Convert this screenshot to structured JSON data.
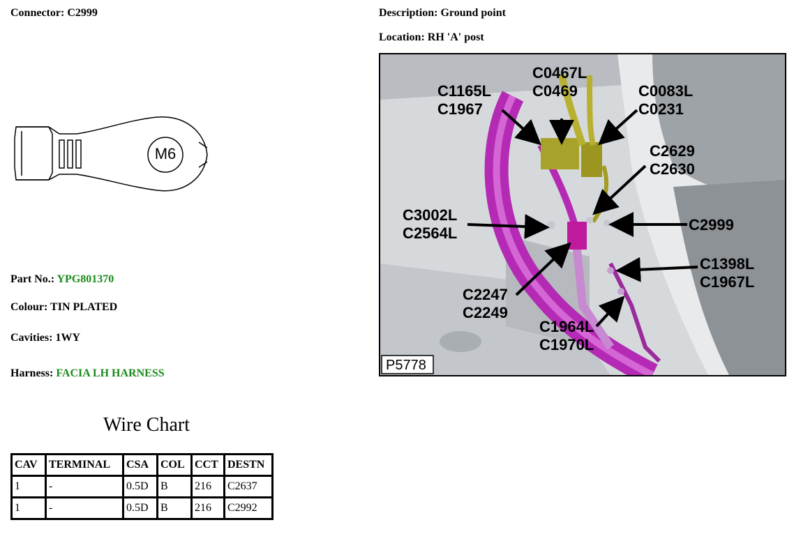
{
  "connector": {
    "label": "Connector:",
    "value": "C2999"
  },
  "description": {
    "label": "Description:",
    "value": "Ground point"
  },
  "location": {
    "label": "Location:",
    "value": "RH 'A' post"
  },
  "terminal_drawing": {
    "text": "M6",
    "icon": "ring-terminal-icon"
  },
  "part_no": {
    "label": "Part No.:",
    "value": "YPG801370",
    "color": "#1a8a1a"
  },
  "colour": {
    "label": "Colour:",
    "value": "TIN PLATED"
  },
  "cavities": {
    "label": "Cavities:",
    "value": "1WY"
  },
  "harness": {
    "label": "Harness:",
    "value": "FACIA LH HARNESS",
    "color": "#1a8a1a"
  },
  "wire_chart": {
    "title": "Wire Chart",
    "headers": [
      "CAV",
      "TERMINAL",
      "CSA",
      "COL",
      "CCT",
      "DESTN"
    ],
    "rows": [
      [
        "1",
        "-",
        "0.5D",
        "B",
        "216",
        "C2637"
      ],
      [
        "1",
        "-",
        "0.5D",
        "B",
        "216",
        "C2992"
      ]
    ]
  },
  "image": {
    "code": "P5778",
    "callouts": {
      "c0467": [
        "C0467L",
        "C0469"
      ],
      "c1165": [
        "C1165L",
        "C1967"
      ],
      "c0083": [
        "C0083L",
        "C0231"
      ],
      "c2629": [
        "C2629",
        "C2630"
      ],
      "c3002": [
        "C3002L",
        "C2564L"
      ],
      "c2999": [
        "C2999"
      ],
      "c1398": [
        "C1398L",
        "C1967L"
      ],
      "c2247": [
        "C2247",
        "C2249"
      ],
      "c1964": [
        "C1964L",
        "C1970L"
      ]
    }
  }
}
